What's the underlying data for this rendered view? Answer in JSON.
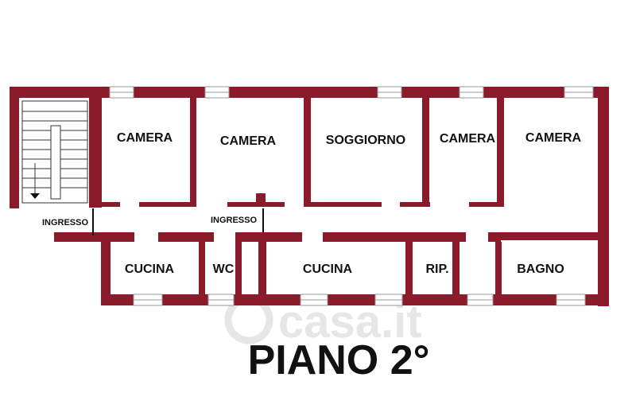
{
  "plan": {
    "title": "PIANO 2°",
    "wall_color": "#8b1a2b",
    "window_color": "#9a9a9a",
    "watermark": {
      "text": "casa.it",
      "color": "#e6e6e6"
    },
    "rooms": {
      "camera_1": "CAMERA",
      "camera_2": "CAMERA",
      "soggiorno": "SOGGIORNO",
      "camera_3": "CAMERA",
      "camera_4": "CAMERA",
      "cucina_1": "CUCINA",
      "wc": "WC",
      "cucina_2": "CUCINA",
      "rip": "RIP.",
      "bagno": "BAGNO"
    },
    "entrances": {
      "ingresso_1": "INGRESSO",
      "ingresso_2": "INGRESSO"
    }
  }
}
